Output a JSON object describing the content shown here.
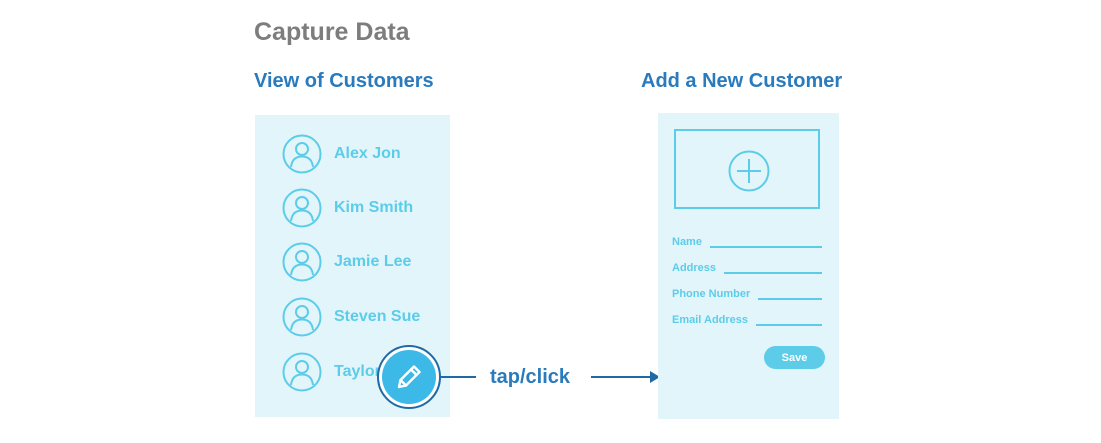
{
  "title": "Capture Data",
  "left": {
    "heading": "View of Customers",
    "customers": [
      {
        "name": "Alex Jon"
      },
      {
        "name": "Kim Smith"
      },
      {
        "name": "Jamie Lee"
      },
      {
        "name": "Steven Sue"
      },
      {
        "name": "Taylor"
      }
    ],
    "edit_icon": "pencil-icon"
  },
  "flow": {
    "label": "tap/click"
  },
  "right": {
    "heading": "Add a New Customer",
    "photo_icon": "plus-circle-icon",
    "fields": [
      {
        "label": "Name"
      },
      {
        "label": "Address"
      },
      {
        "label": "Phone Number"
      },
      {
        "label": "Email Address"
      }
    ],
    "save_label": "Save"
  },
  "colors": {
    "heading_blue": "#2a7bbd",
    "accent_cyan": "#5ccce9",
    "panel_bg": "#e2f5fb",
    "title_gray": "#7d7d7d",
    "edit_button": "#3db9e8"
  }
}
